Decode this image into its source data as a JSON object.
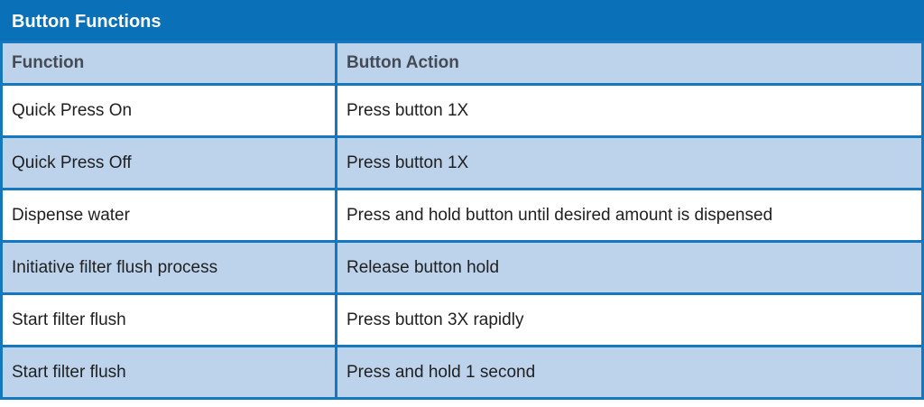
{
  "title": "Button Functions",
  "table": {
    "columns": [
      "Function",
      "Button Action"
    ],
    "rows": [
      [
        "Quick Press On",
        "Press button 1X"
      ],
      [
        "Quick Press Off",
        "Press button 1X"
      ],
      [
        "Dispense water",
        "Press and hold button until desired amount is dispensed"
      ],
      [
        "Initiative filter flush process",
        "Release button hold"
      ],
      [
        "Start filter flush",
        "Press button 3X rapidly"
      ],
      [
        "Start filter flush",
        "Press and hold 1 second"
      ]
    ]
  },
  "colors": {
    "title_bar_bg": "#0a70b8",
    "title_text": "#ffffff",
    "grid_border": "#1577bd",
    "alt_row_bg": "#bdd3ec",
    "row_bg": "#ffffff",
    "column_header_text": "#454b54",
    "body_text": "#1f1f1f"
  }
}
